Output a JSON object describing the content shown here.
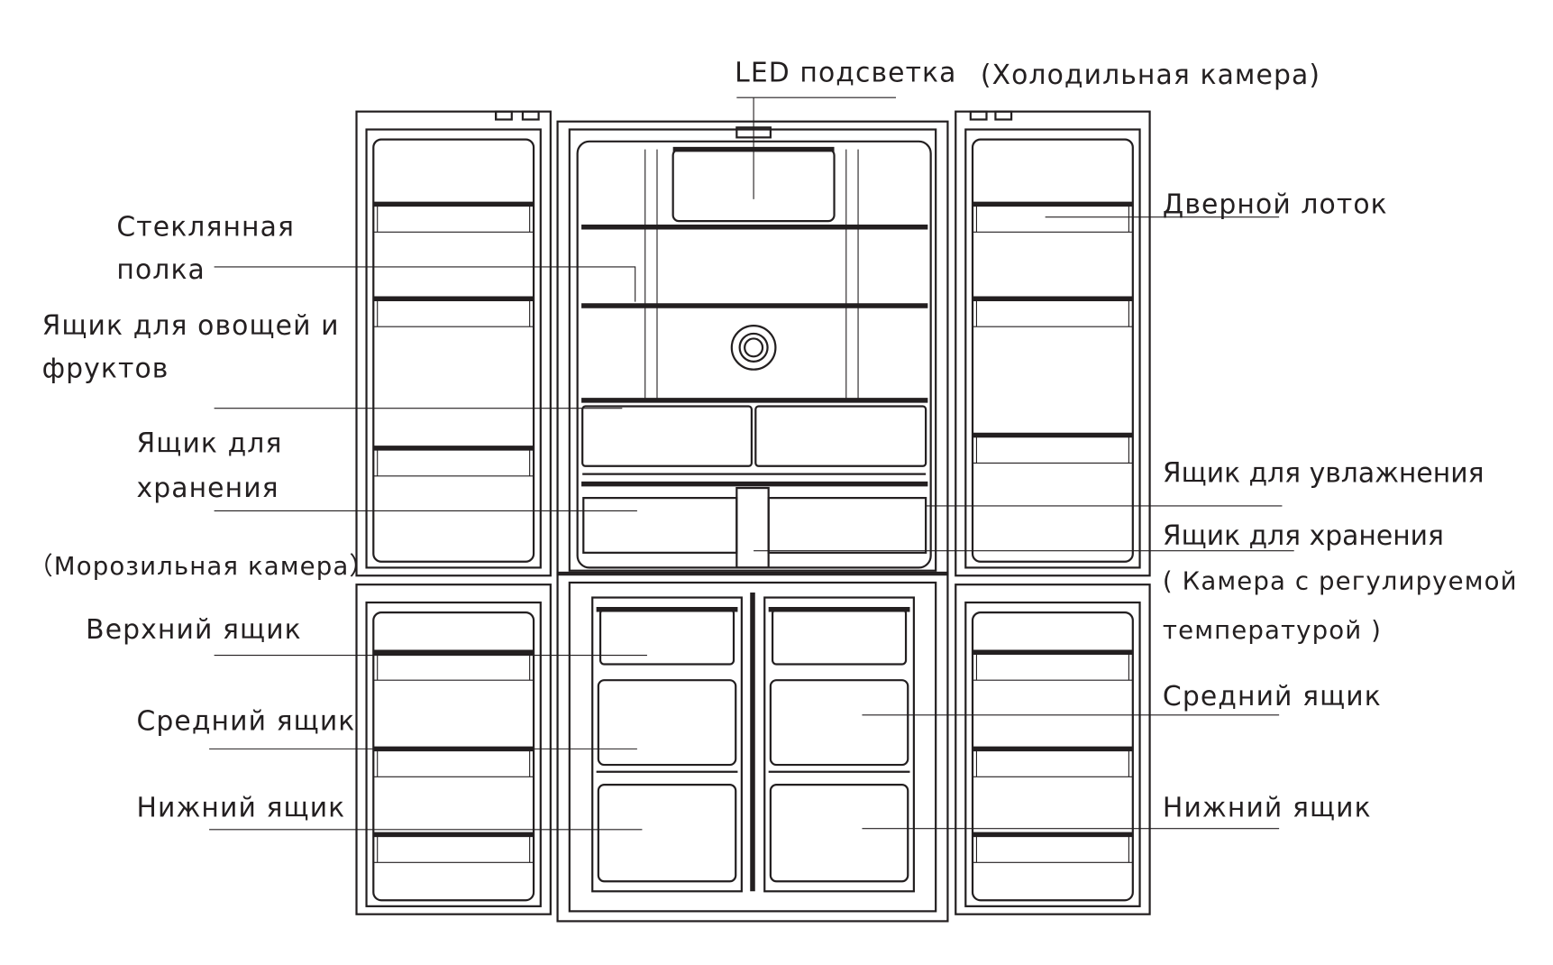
{
  "labels": {
    "led": "LED подсветка",
    "fridge_chamber": "(Холодильная камера)",
    "glass_shelf_1": "Стеклянная",
    "glass_shelf_2": "полка",
    "veg_box_1": "Ящик для овощей и",
    "veg_box_2": "фруктов",
    "storage_left_1": "Ящик для",
    "storage_left_2": "хранения",
    "freezer_chamber": "（Морозильная камера）",
    "upper_drawer": "Верхний ящик",
    "middle_drawer_left": "Средний ящик",
    "bottom_drawer_left": "Нижний ящик",
    "door_tray": "Дверной лоток",
    "humidity_box": "Ящик для увлажнения",
    "storage_right": "Ящик для хранения",
    "adjustable_chamber_1": "( Камера с регулируемой",
    "adjustable_chamber_2": "температурой )",
    "middle_drawer_right": "Средний ящик",
    "bottom_drawer_right": "Нижний ящик"
  },
  "colors": {
    "ink": "#231f20",
    "background": "#ffffff"
  }
}
